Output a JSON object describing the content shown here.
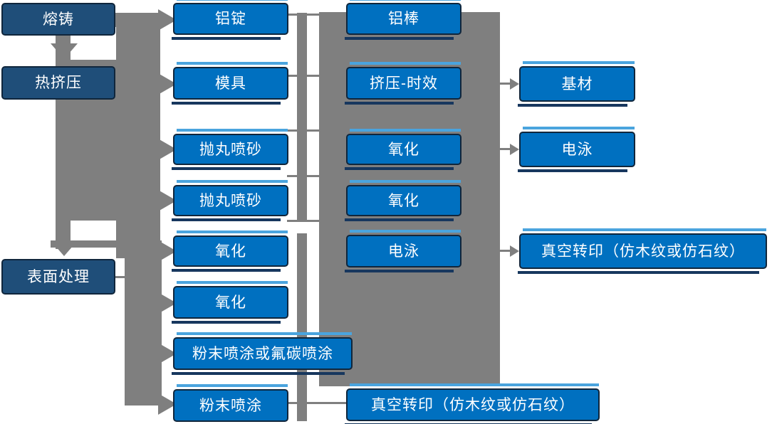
{
  "type": "flowchart",
  "nodes": {
    "melting": "熔铸",
    "hot_extrusion": "热挤压",
    "surface_treatment": "表面处理",
    "aluminum_ingot": "铝锭",
    "mold": "模具",
    "shot_blast_1": "抛丸喷砂",
    "shot_blast_2": "抛丸喷砂",
    "oxidation_a": "氧化",
    "oxidation_b": "氧化",
    "powder_or_fluorocarbon": "粉末喷涂或氟碳喷涂",
    "powder_coating": "粉末喷涂",
    "aluminum_rod": "铝棒",
    "extrusion_aging": "挤压-时效",
    "oxidation_c": "氧化",
    "oxidation_d": "氧化",
    "electrophoresis_a": "电泳",
    "vacuum_transfer_a": "真空转印（仿木纹或仿石纹）",
    "substrate": "基材",
    "electrophoresis_b": "电泳",
    "vacuum_transfer_b": "真空转印（仿木纹或仿石纹）"
  },
  "colors": {
    "box_blue": "#0070C0",
    "box_dark_blue": "#1F4E79",
    "box_border": "#10263C",
    "box_highlight": "#4AA4DE",
    "box_under_shadow": "#17375E",
    "connector_gray": "#7F7F7F",
    "text_white": "#FFFFFF",
    "background": "#FFFFFF"
  }
}
